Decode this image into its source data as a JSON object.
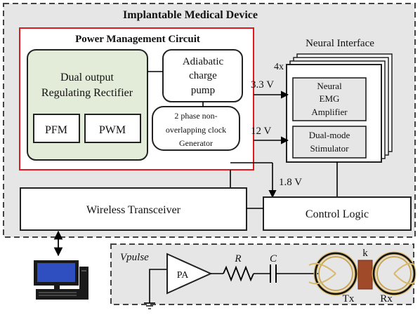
{
  "device": {
    "title": "Implantable Medical Device"
  },
  "power": {
    "title": "Power Management Circuit",
    "rectifier": [
      "Dual output",
      "Regulating Rectifier"
    ],
    "pfm": "PFM",
    "pwm": "PWM",
    "pump": [
      "Adiabatic",
      "charge",
      "pump"
    ],
    "clock": [
      "2 phase non-",
      "overlapping clock",
      "Generator"
    ]
  },
  "neural": {
    "title": "Neural Interface",
    "count": "4x",
    "amplifier": [
      "Neural",
      "EMG",
      "Amplifier"
    ],
    "stimulator": [
      "Dual-mode",
      "Stimulator"
    ]
  },
  "voltages": {
    "v33": "3.3 V",
    "v12": "12 V",
    "v18": "1.8 V"
  },
  "transceiver": "Wireless Transceiver",
  "control": "Control Logic",
  "link": {
    "vpulse": "Vpulse",
    "pa": "PA",
    "r": "R",
    "c": "C",
    "k": "k",
    "tx": "Tx",
    "rx": "Rx"
  },
  "colors": {
    "outer_bg": "#e6e6e6",
    "power_border": "#e0191f",
    "rectifier_fill": "#e3ecd9",
    "coil": "#d8b86a",
    "core": "#a14a2a"
  }
}
